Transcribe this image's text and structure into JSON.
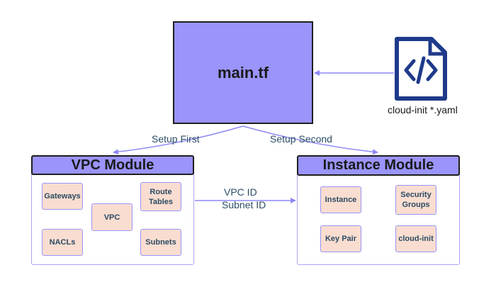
{
  "main_file": {
    "label": "main.tf"
  },
  "yaml_file": {
    "label": "cloud-init *.yaml",
    "icon": "code-file-icon"
  },
  "edges": {
    "setup_first": "Setup First",
    "setup_second": "Setup Second",
    "vpc_id": "VPC ID",
    "subnet_id": "Subnet ID"
  },
  "vpc_module": {
    "title": "VPC Module",
    "items": [
      "Gateways",
      "Route Tables",
      "VPC",
      "NACLs",
      "Subnets"
    ]
  },
  "instance_module": {
    "title": "Instance Module",
    "items": [
      "Instance",
      "Security Groups",
      "Key Pair",
      "cloud-init"
    ]
  },
  "colors": {
    "header_fill": "#9a94fb",
    "item_fill": "#f9ddd0",
    "connector": "#8e88f5",
    "icon_navy": "#1f3a8a"
  }
}
